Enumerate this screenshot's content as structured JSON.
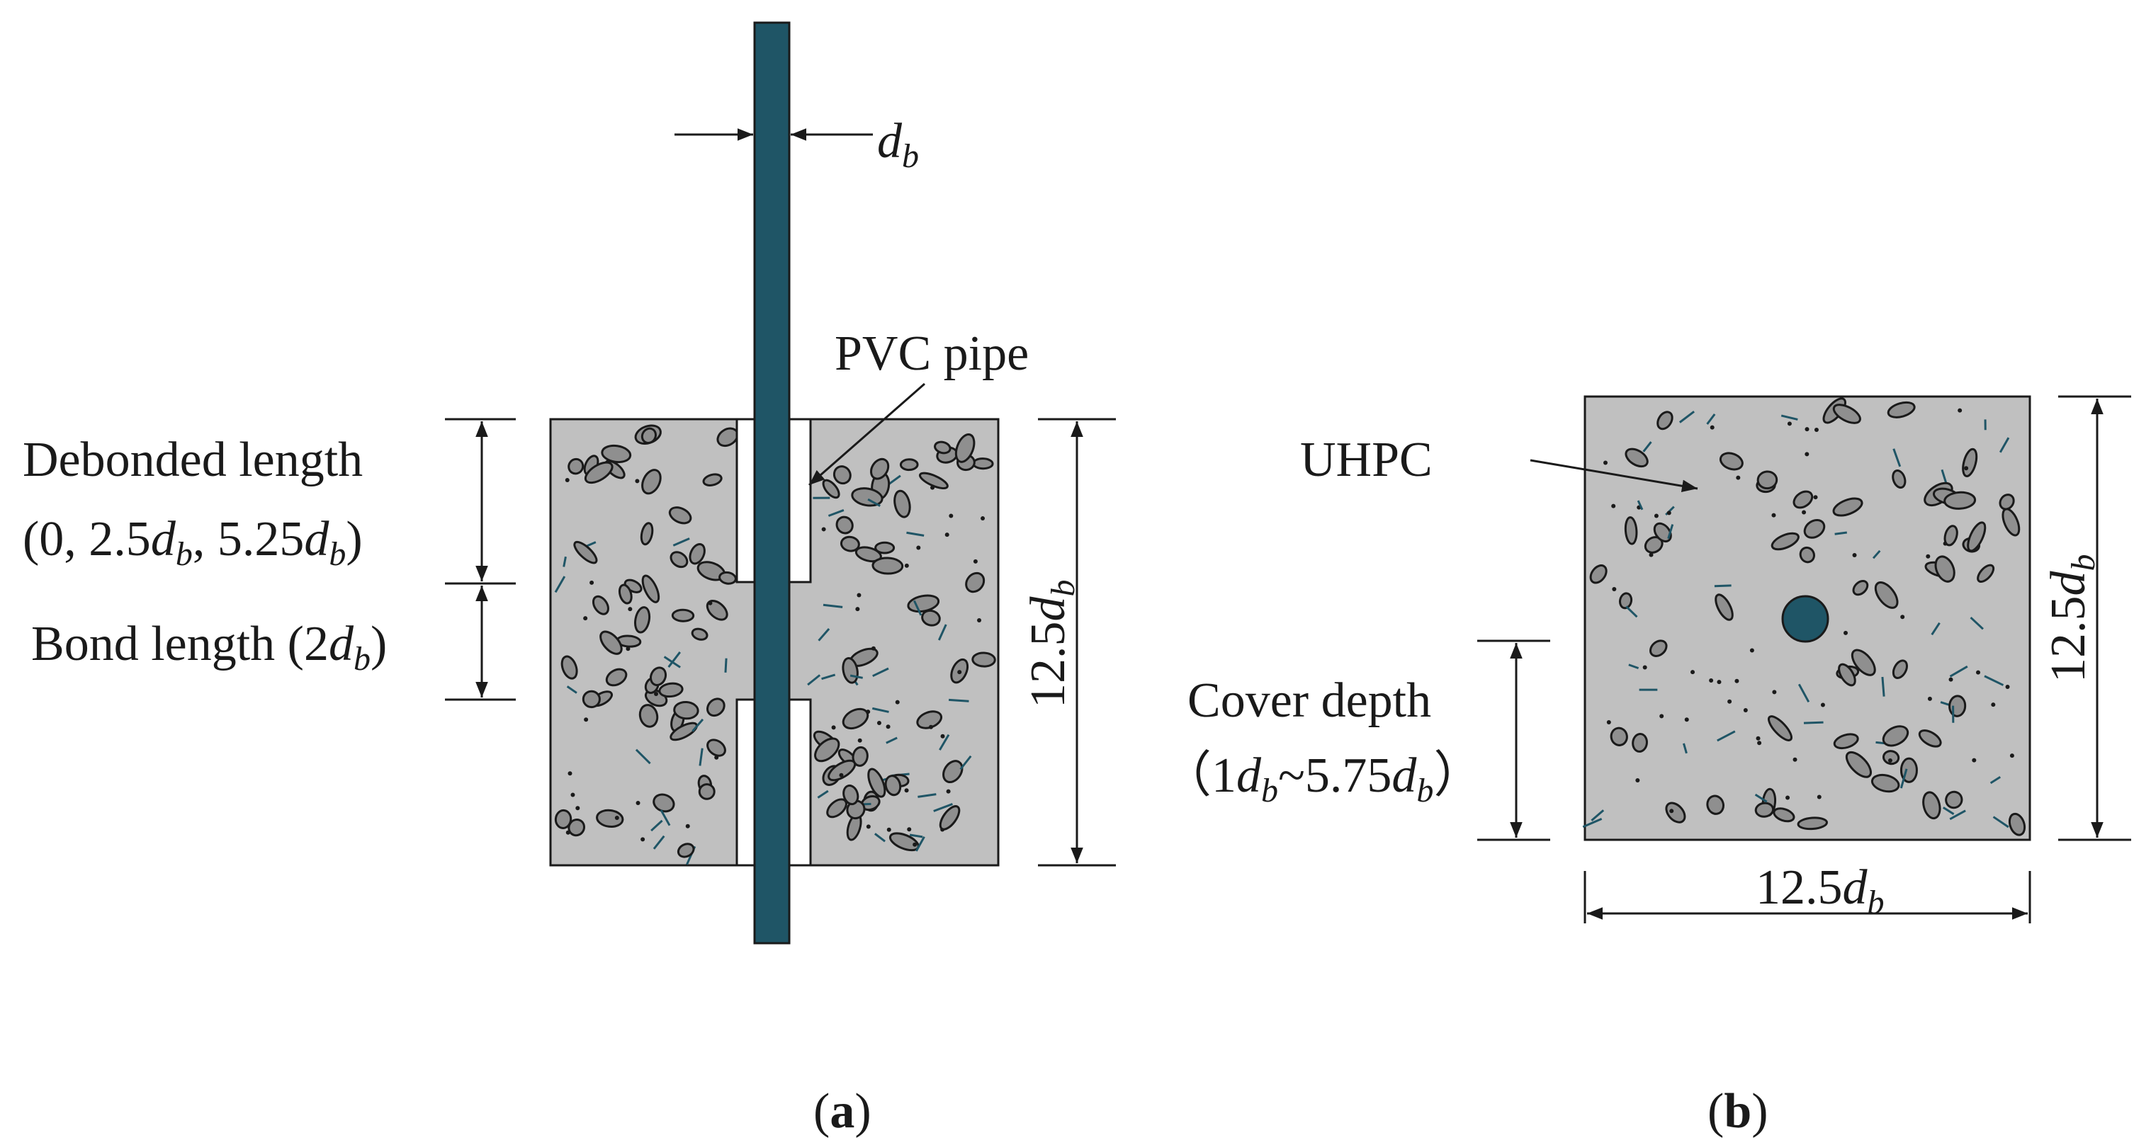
{
  "panel_a": {
    "db_label": "d",
    "db_sub": "b",
    "pvc_label": "PVC pipe",
    "debonded_line1": "Debonded length",
    "debonded_line2": {
      "t1": "(0, 2.5",
      "d1": "d",
      "s1": "b",
      "t2": ", 5.25",
      "d2": "d",
      "s2": "b",
      "t3": ")"
    },
    "bond": {
      "t1": "Bond length (2",
      "d": "d",
      "s": "b",
      "t2": ")"
    },
    "height": {
      "num": "12.5",
      "d": "d",
      "s": "b"
    },
    "caption": {
      "open": "(",
      "letter": "a",
      "close": ")"
    }
  },
  "panel_b": {
    "uhpc_label": "UHPC",
    "cover_line1": "Cover depth",
    "cover_line2": {
      "t1": "（1",
      "d1": "d",
      "s1": "b",
      "t2": "~5.75",
      "d2": "d",
      "s2": "b",
      "t3": "）"
    },
    "height": {
      "num": "12.5",
      "d": "d",
      "s": "b"
    },
    "width": {
      "num": "12.5",
      "d": "d",
      "s": "b"
    },
    "caption": {
      "open": "(",
      "letter": "b",
      "close": ")"
    }
  },
  "colors": {
    "concrete": "#c0c0c0",
    "rebar": "#1f5566",
    "aggregate": "#8f8f8f",
    "fiber": "#1f5566",
    "line": "#1a1a1a"
  }
}
